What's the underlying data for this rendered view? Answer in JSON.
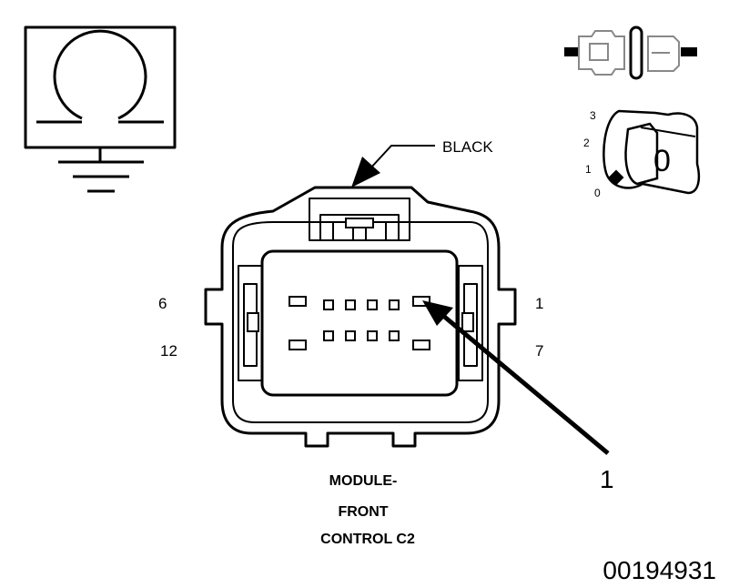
{
  "wire_color_label": "BLACK",
  "pin_labels": {
    "top_left": "6",
    "bottom_left": "12",
    "top_right": "1",
    "bottom_right": "7"
  },
  "callout_number": "1",
  "ignition_key_positions": [
    "3",
    "2",
    "1",
    "0"
  ],
  "key_label": "0",
  "connector_title_lines": [
    "MODULE-",
    "FRONT",
    "CONTROL C2"
  ],
  "figure_number": "00194931",
  "icons": [
    "ohmmeter-ground-icon",
    "disconnect-connector-icon",
    "ignition-key-icon",
    "connector-face-diagram"
  ]
}
